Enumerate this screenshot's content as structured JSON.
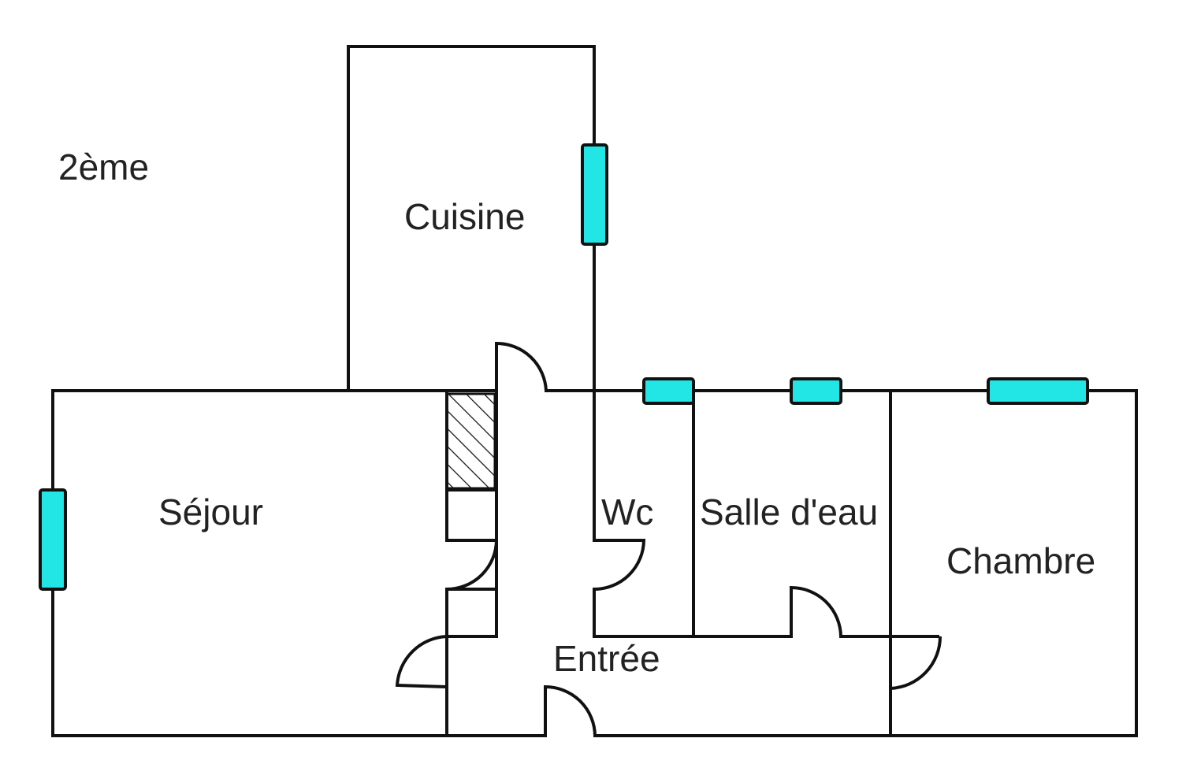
{
  "floor_label": "2ème",
  "rooms": {
    "kitchen": "Cuisine",
    "living": "Séjour",
    "wc": "Wc",
    "bathroom": "Salle d'eau",
    "bedroom": "Chambre",
    "entrance": "Entrée"
  },
  "colors": {
    "window": "#22e5e5",
    "wall": "#111111",
    "text": "#222222",
    "background": "#ffffff"
  }
}
